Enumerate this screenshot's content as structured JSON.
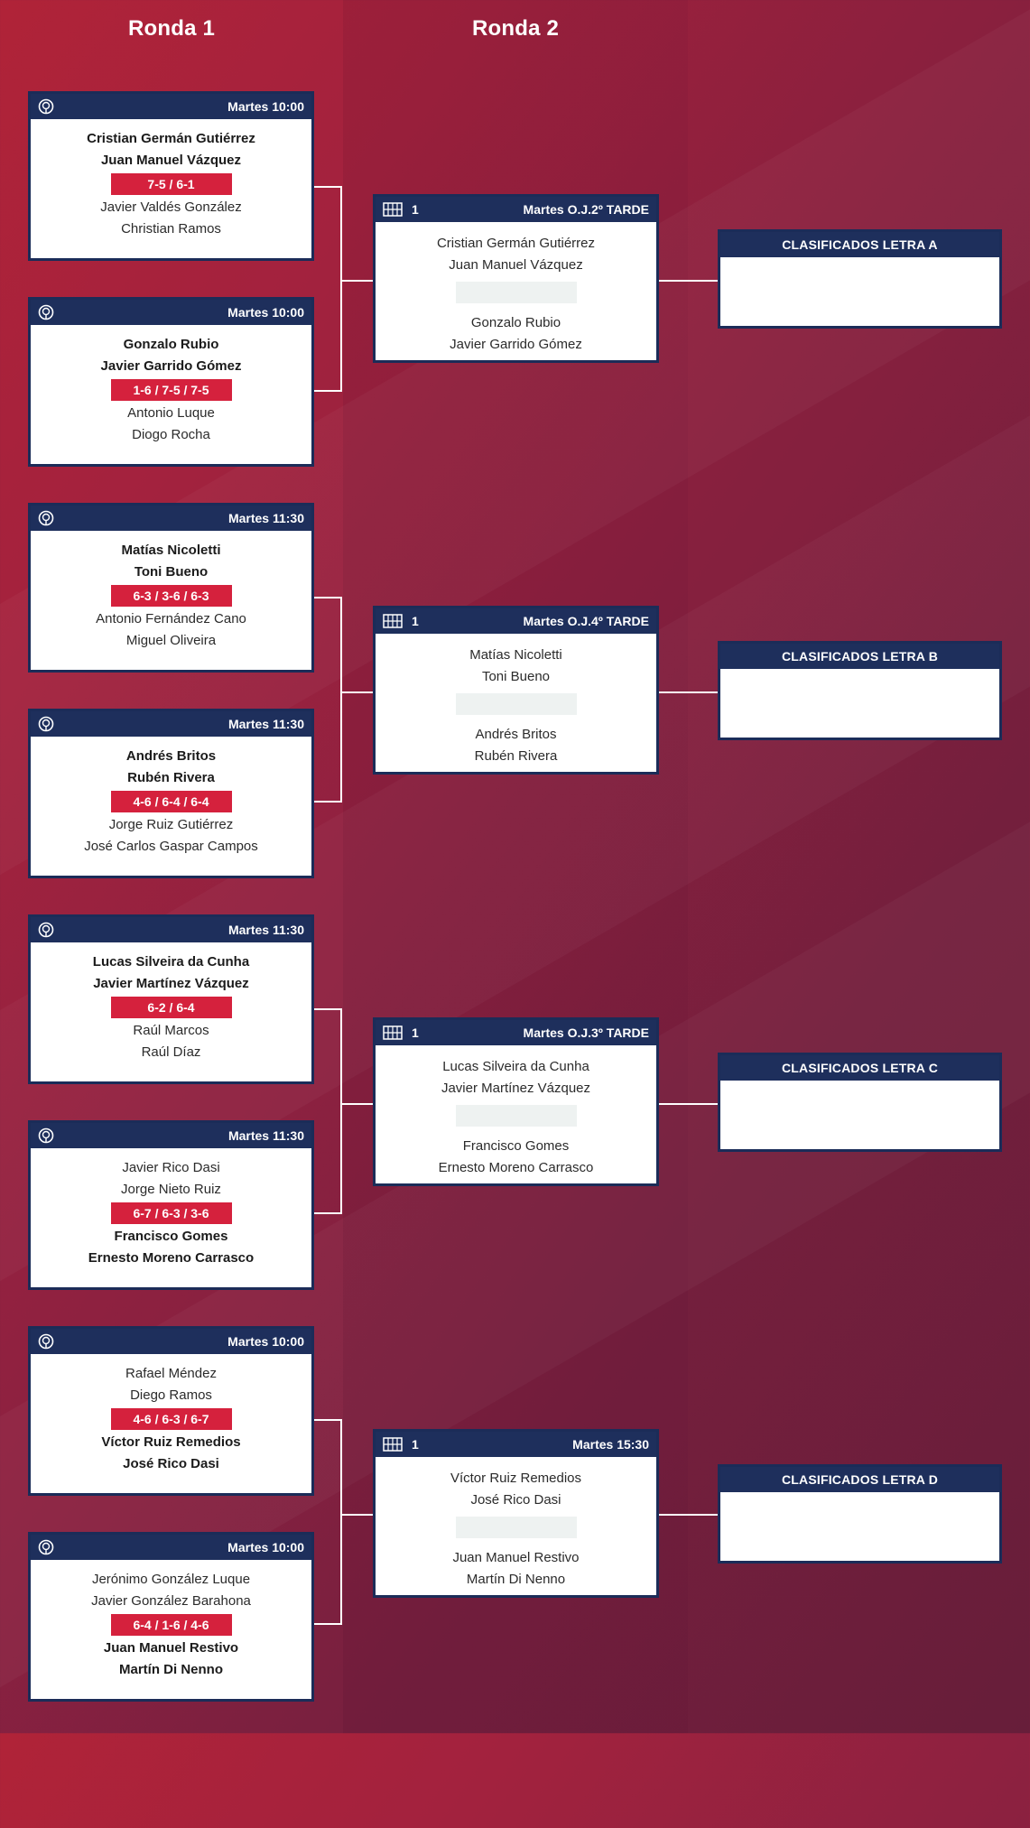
{
  "rounds": {
    "r1": "Ronda 1",
    "r2": "Ronda 2"
  },
  "round1": [
    {
      "time": "Martes 10:00",
      "team1": [
        "Cristian Germán Gutiérrez",
        "Juan Manuel Vázquez"
      ],
      "score": "7-5 / 6-1",
      "team2": [
        "Javier Valdés González",
        "Christian Ramos"
      ],
      "winner": 1
    },
    {
      "time": "Martes 10:00",
      "team1": [
        "Gonzalo Rubio",
        "Javier Garrido Gómez"
      ],
      "score": "1-6 / 7-5 / 7-5",
      "team2": [
        "Antonio Luque",
        "Diogo Rocha"
      ],
      "winner": 1
    },
    {
      "time": "Martes 11:30",
      "team1": [
        "Matías Nicoletti",
        "Toni Bueno"
      ],
      "score": "6-3 / 3-6 / 6-3",
      "team2": [
        "Antonio Fernández Cano",
        "Miguel Oliveira"
      ],
      "winner": 1
    },
    {
      "time": "Martes 11:30",
      "team1": [
        "Andrés Britos",
        "Rubén Rivera"
      ],
      "score": "4-6 / 6-4 / 6-4",
      "team2": [
        "Jorge Ruiz Gutiérrez",
        "José Carlos Gaspar Campos"
      ],
      "winner": 1
    },
    {
      "time": "Martes 11:30",
      "team1": [
        "Lucas Silveira da Cunha",
        "Javier Martínez Vázquez"
      ],
      "score": "6-2 / 6-4",
      "team2": [
        "Raúl Marcos",
        "Raúl Díaz"
      ],
      "winner": 1
    },
    {
      "time": "Martes 11:30",
      "team1": [
        "Javier Rico Dasi",
        "Jorge Nieto Ruiz"
      ],
      "score": "6-7 / 6-3 / 3-6",
      "team2": [
        "Francisco Gomes",
        "Ernesto Moreno Carrasco"
      ],
      "winner": 2
    },
    {
      "time": "Martes 10:00",
      "team1": [
        "Rafael Méndez",
        "Diego Ramos"
      ],
      "score": "4-6 / 6-3 / 6-7",
      "team2": [
        "Víctor Ruiz Remedios",
        "José Rico Dasi"
      ],
      "winner": 2
    },
    {
      "time": "Martes 10:00",
      "team1": [
        "Jerónimo González Luque",
        "Javier González Barahona"
      ],
      "score": "6-4 / 1-6 / 4-6",
      "team2": [
        "Juan Manuel Restivo",
        "Martín Di Nenno"
      ],
      "winner": 2
    }
  ],
  "round2": [
    {
      "court": "1",
      "time": "Martes O.J.2º TARDE",
      "team1": [
        "Cristian Germán Gutiérrez",
        "Juan Manuel Vázquez"
      ],
      "team2": [
        "Gonzalo Rubio",
        "Javier Garrido Gómez"
      ]
    },
    {
      "court": "1",
      "time": "Martes O.J.4º TARDE",
      "team1": [
        "Matías Nicoletti",
        "Toni Bueno"
      ],
      "team2": [
        "Andrés Britos",
        "Rubén Rivera"
      ]
    },
    {
      "court": "1",
      "time": "Martes O.J.3º TARDE",
      "team1": [
        "Lucas Silveira da Cunha",
        "Javier Martínez Vázquez"
      ],
      "team2": [
        "Francisco Gomes",
        "Ernesto Moreno Carrasco"
      ]
    },
    {
      "court": "1",
      "time": "Martes 15:30",
      "team1": [
        "Víctor Ruiz Remedios",
        "José Rico Dasi"
      ],
      "team2": [
        "Juan Manuel Restivo",
        "Martín Di Nenno"
      ]
    }
  ],
  "qualified": [
    "CLASIFICADOS LETRA A",
    "CLASIFICADOS LETRA B",
    "CLASIFICADOS LETRA C",
    "CLASIFICADOS LETRA D"
  ]
}
